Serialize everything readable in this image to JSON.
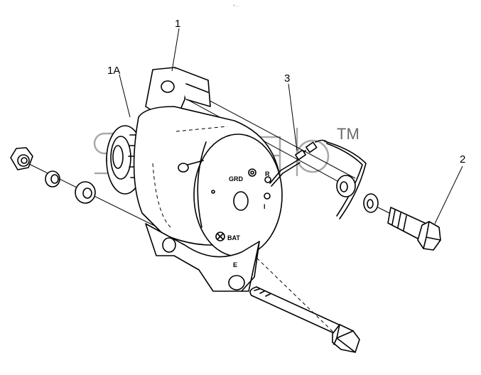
{
  "callouts": {
    "part_1": "1",
    "part_1a": "1A",
    "part_2": "2",
    "part_3": "3"
  },
  "terminals": {
    "ground": "GRD",
    "r": "R",
    "i": "I",
    "battery": "BAT",
    "e": "E"
  },
  "watermark": {
    "trademark": "TM"
  },
  "header_mark": "*r ,...."
}
